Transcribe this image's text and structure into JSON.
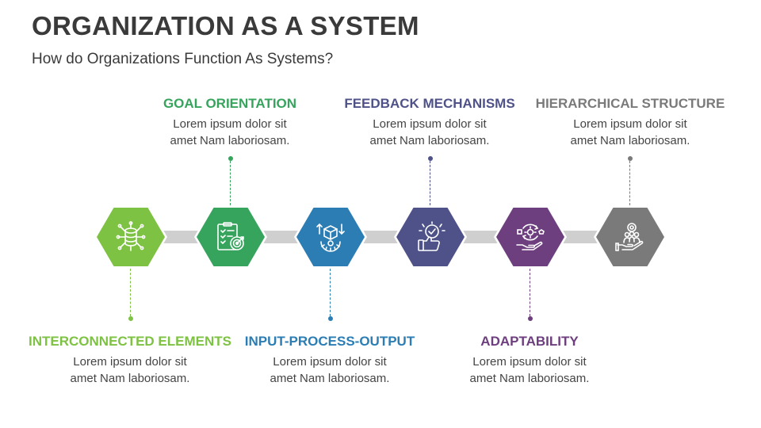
{
  "title": "ORGANIZATION AS A SYSTEM",
  "subtitle": "How do Organizations Function As Systems?",
  "steps": [
    {
      "heading": "INTERCONNECTED ELEMENTS",
      "line1": "Lorem ipsum dolor sit",
      "line2": "amet Nam laboriosam.",
      "color": "#7dc242",
      "icon": "database-network-icon"
    },
    {
      "heading": "GOAL ORIENTATION",
      "line1": "Lorem ipsum dolor sit",
      "line2": "amet Nam laboriosam.",
      "color": "#36a45d",
      "icon": "checklist-target-icon"
    },
    {
      "heading": "INPUT-PROCESS-OUTPUT",
      "line1": "Lorem ipsum dolor sit",
      "line2": "amet Nam laboriosam.",
      "color": "#2b7db3",
      "icon": "box-gear-arrows-icon"
    },
    {
      "heading": "FEEDBACK MECHANISMS",
      "line1": "Lorem ipsum dolor sit",
      "line2": "amet Nam laboriosam.",
      "color": "#4f5288",
      "icon": "thumbs-up-check-icon"
    },
    {
      "heading": "ADAPTABILITY",
      "line1": "Lorem ipsum dolor sit",
      "line2": "amet Nam laboriosam.",
      "color": "#6e3f7f",
      "icon": "hand-cycle-shapes-icon"
    },
    {
      "heading": "HIERARCHICAL STRUCTURE",
      "line1": "Lorem ipsum dolor sit",
      "line2": "amet Nam laboriosam.",
      "color": "#7a7a7a",
      "icon": "hand-people-gear-icon"
    }
  ]
}
